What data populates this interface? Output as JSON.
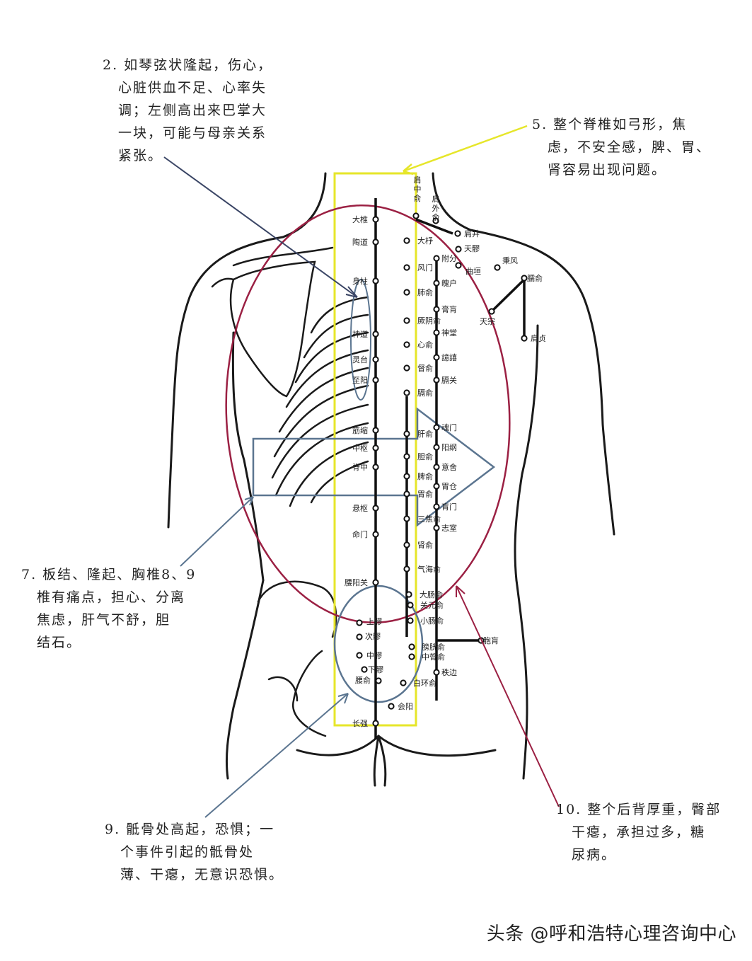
{
  "colors": {
    "yellow": "#e6e62a",
    "crimson": "#9b2043",
    "steel": "#5b7590",
    "navy": "#3a4565",
    "ink": "#1a1a1a"
  },
  "notes": {
    "n2": [
      "2. 如琴弦状隆起，伤心，",
      "心脏供血不足、心率失",
      "调；左侧高出来巴掌大",
      "一块，可能与母亲关系",
      "紧张。"
    ],
    "n5": [
      "5. 整个脊椎如弓形，焦",
      "虑，不安全感，脾、胃、",
      "肾容易出现问题。"
    ],
    "n7": [
      "7. 板结、隆起、胸椎8、9",
      "椎有痛点，担心、分离",
      "焦虑，肝气不舒，胆",
      "结石。"
    ],
    "n9": [
      "9. 骶骨处高起，恐惧；一",
      "个事件引起的骶骨处",
      "薄、干瘪，无意识恐惧。"
    ],
    "n10": [
      "10. 整个后背厚重，臀部",
      "干瘪，承担过多，糖",
      "尿病。"
    ]
  },
  "points": {
    "governor": [
      "大椎",
      "陶道",
      "身柱",
      "神道",
      "灵台",
      "至阳",
      "筋缩",
      "中枢",
      "脊中",
      "悬枢",
      "命门",
      "腰阳关",
      "长强"
    ],
    "inner": [
      "大杼",
      "风门",
      "肺俞",
      "厥阴俞",
      "心俞",
      "督俞",
      "膈俞",
      "肝俞",
      "胆俞",
      "脾俞",
      "胃俞",
      "三焦俞",
      "肾俞",
      "气海俞",
      "大肠俞",
      "关元俞",
      "小肠俞",
      "膀胱俞",
      "中膂俞",
      "白环俞"
    ],
    "outer": [
      "附分",
      "魄户",
      "膏肓",
      "神堂",
      "譩譆",
      "膈关",
      "魂门",
      "阳纲",
      "意舍",
      "胃仓",
      "肓门",
      "志室",
      "胞肓",
      "秩边"
    ],
    "sacral": [
      "上髎",
      "次髎",
      "中髎",
      "下髎",
      "腰俞",
      "会阳"
    ],
    "shoulder": [
      "肩中俞",
      "肩外俞",
      "肩井",
      "天髎",
      "曲垣",
      "秉风",
      "天宗",
      "臑俞",
      "肩贞"
    ]
  },
  "watermark": "头条 @呼和浩特心理咨询中心"
}
